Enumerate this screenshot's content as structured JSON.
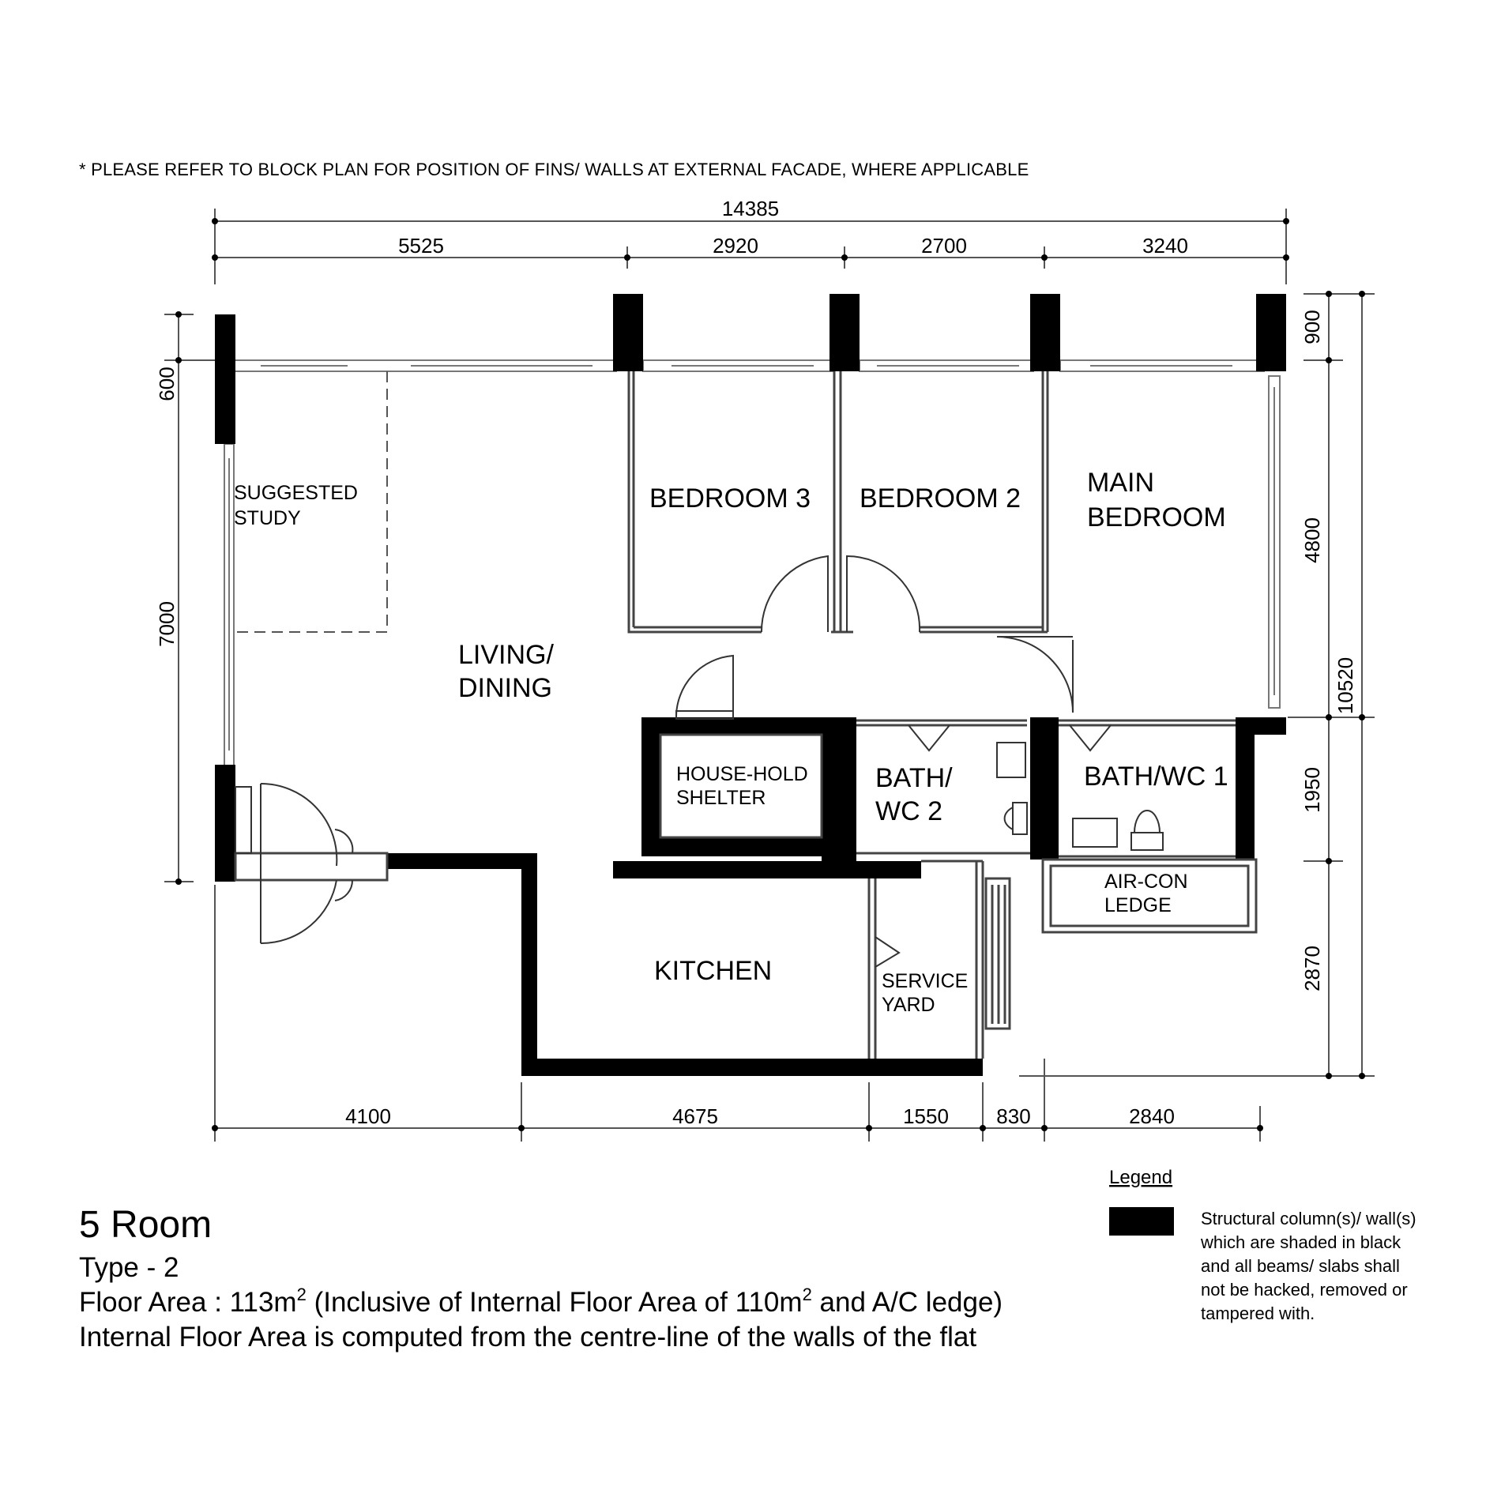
{
  "note": "* PLEASE REFER TO BLOCK PLAN FOR POSITION OF FINS/ WALLS AT EXTERNAL FACADE, WHERE APPLICABLE",
  "rooms": {
    "study_1": "SUGGESTED",
    "study_2": "STUDY",
    "living_1": "LIVING/",
    "living_2": "DINING",
    "bedroom3": "BEDROOM 3",
    "bedroom2": "BEDROOM 2",
    "main_1": "MAIN",
    "main_2": "BEDROOM",
    "shelter_1": "HOUSE-HOLD",
    "shelter_2": "SHELTER",
    "bath2_1": "BATH/",
    "bath2_2": "WC 2",
    "bath1": "BATH/WC 1",
    "aircon_1": "AIR-CON",
    "aircon_2": "LEDGE",
    "kitchen": "KITCHEN",
    "service_1": "SERVICE",
    "service_2": "YARD"
  },
  "dimensions": {
    "overall_top": "14385",
    "top": [
      "5525",
      "2920",
      "2700",
      "3240"
    ],
    "bottom": [
      "4100",
      "4675",
      "1550",
      "830",
      "2840"
    ],
    "left": [
      "600",
      "7000"
    ],
    "right": [
      "900",
      "4800",
      "1950",
      "2870"
    ],
    "overall_right": "10520"
  },
  "legend": {
    "title": "Legend",
    "lines": [
      "Structural column(s)/ wall(s)",
      "which are shaded in black",
      "and all beams/ slabs shall",
      "not be hacked, removed or",
      "tampered with."
    ]
  },
  "title_block": {
    "title": "5 Room",
    "type": "Type - 2",
    "area_a": "Floor Area : 113m",
    "area_sup1": "2",
    "area_b": " (Inclusive of Internal Floor Area of 110m",
    "area_sup2": "2",
    "area_c": " and A/C ledge)",
    "note": "Internal Floor Area is computed from the centre-line of the walls of the flat"
  },
  "colors": {
    "wall": "#000000",
    "line": "#555555",
    "background": "#ffffff"
  }
}
